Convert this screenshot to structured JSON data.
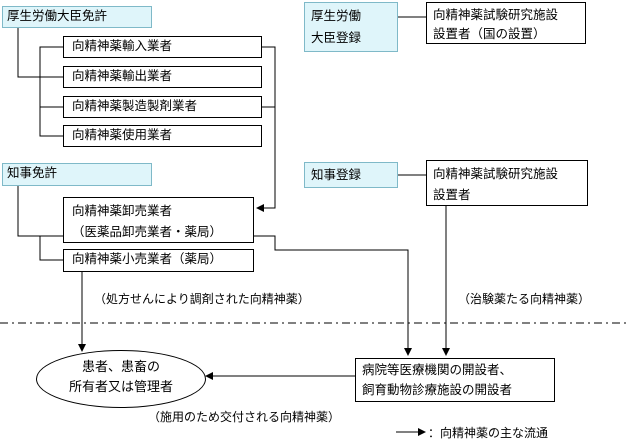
{
  "authorities": {
    "mhlw_license": "厚生労働大臣免許",
    "mhlw_registration_line1": "厚生労働",
    "mhlw_registration_line2": "大臣登録",
    "governor_license": "知事免許",
    "governor_registration": "知事登録"
  },
  "business": {
    "importer": "向精神薬輸入業者",
    "exporter": "向精神薬輸出業者",
    "manufacturer": "向精神薬製造製剤業者",
    "user": "向精神薬使用業者",
    "wholesaler_line1": "向精神薬卸売業者",
    "wholesaler_line2": "（医薬品卸売業者・薬局）",
    "retailer": "向精神薬小売業者（薬局）",
    "research_national_line1": "向精神薬試験研究施設",
    "research_national_line2": "設置者（国の設置）",
    "research_line1": "向精神薬試験研究施設",
    "research_line2": "設置者",
    "hospital_line1": "病院等医療機関の開設者、",
    "hospital_line2": "飼育動物診療施設の開設者",
    "patient_line1": "患者、患畜の",
    "patient_line2": "所有者又は管理者"
  },
  "flow_labels": {
    "prescription": "（処方せんにより調剤された向精神薬）",
    "trial": "（治験薬たる向精神薬）",
    "administration": "（施用のため交付される向精神薬）",
    "legend": "：向精神薬の主な流通"
  }
}
